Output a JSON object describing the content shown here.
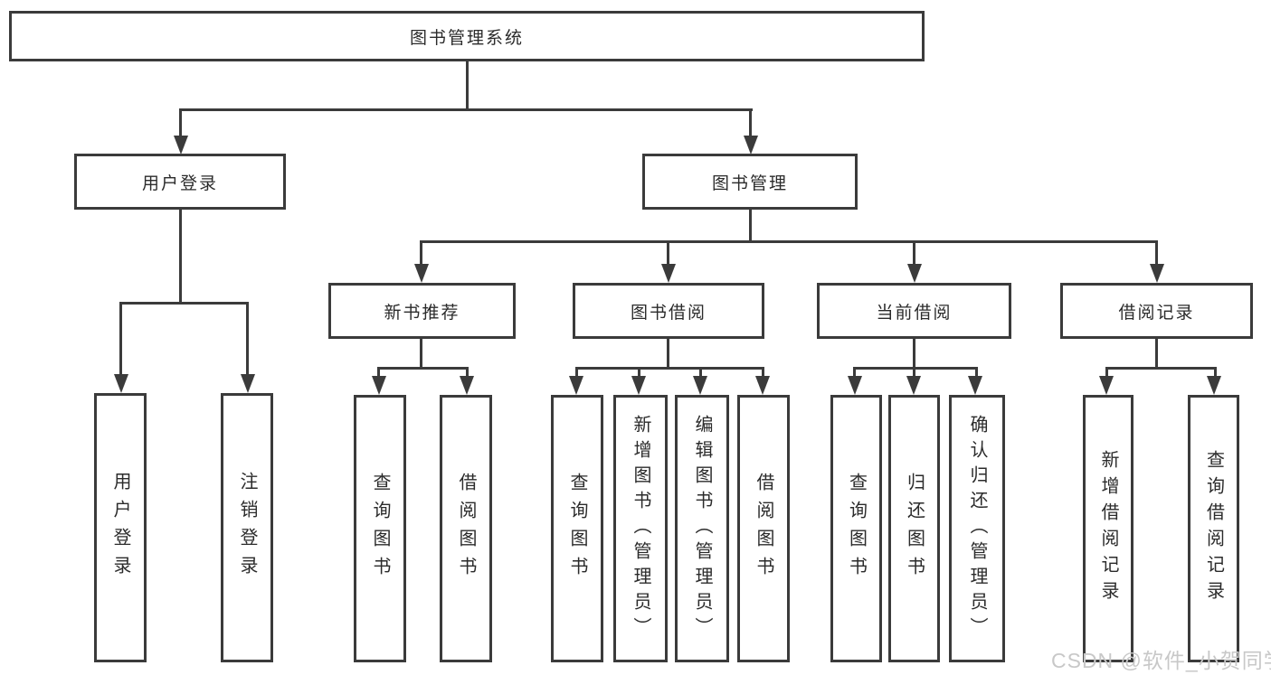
{
  "tree": {
    "root": "图书管理系统",
    "branches": [
      {
        "label": "用户登录",
        "leaves": [
          "用户登录",
          "注销登录"
        ]
      },
      {
        "label": "图书管理",
        "sections": [
          {
            "label": "新书推荐",
            "leaves": [
              "查询图书",
              "借阅图书"
            ]
          },
          {
            "label": "图书借阅",
            "leaves": [
              "查询图书",
              "新增图书（管理员）",
              "编辑图书（管理员）",
              "借阅图书"
            ]
          },
          {
            "label": "当前借阅",
            "leaves": [
              "查询图书",
              "归还图书",
              "确认归还（管理员）"
            ]
          },
          {
            "label": "借阅记录",
            "leaves": [
              "新增借阅记录",
              "查询借阅记录"
            ]
          }
        ]
      }
    ]
  },
  "watermark": "CSDN @软件_小贺同学",
  "colors": {
    "line": "#3b3b3b",
    "text": "#2b2b2b",
    "watermark": "#c8c8c8"
  }
}
